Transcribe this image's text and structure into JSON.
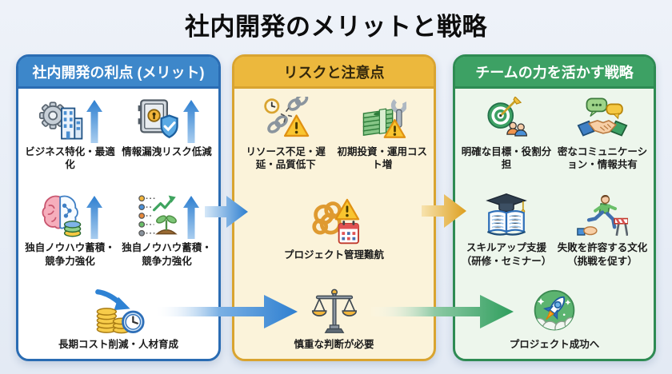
{
  "title": "社内開発のメリットと戦略",
  "colors": {
    "blue_accent": "#2a6cb3",
    "gold_accent": "#d9a430",
    "green_accent": "#2e8b53"
  },
  "panels": {
    "benefits": {
      "header": "社内開発の利点 (メリット)",
      "items": [
        {
          "label": "ビジネス特化・最適化",
          "icon": "gear-building-icon"
        },
        {
          "label": "情報漏洩リスク低減",
          "icon": "safe-shield-icon"
        },
        {
          "label": "独自ノウハウ蓄積・競争力強化",
          "icon": "brain-knowledge-icon"
        },
        {
          "label": "独自ノウハウ蓄積・競争力強化",
          "icon": "growth-checklist-icon"
        },
        {
          "label": "長期コスト削減・人材育成",
          "icon": "coins-clock-icon"
        }
      ]
    },
    "risks": {
      "header": "リスクと注意点",
      "items": [
        {
          "label": "リソース不足・遅延・品質低下",
          "icon": "broken-chain-warning-icon"
        },
        {
          "label": "初期投資・運用コスト増",
          "icon": "money-wrench-warning-icon"
        },
        {
          "label": "プロジェクト管理難航",
          "icon": "tangled-knot-calendar-icon"
        },
        {
          "label": "慎重な判断が必要",
          "icon": "balance-scale-icon"
        }
      ]
    },
    "strategy": {
      "header": "チームの力を活かす戦略",
      "items": [
        {
          "label": "明確な目標・役割分担",
          "icon": "target-team-icon"
        },
        {
          "label": "密なコミュニケーション・情報共有",
          "icon": "handshake-chat-icon"
        },
        {
          "label": "スキルアップ支援（研修・セミナー）",
          "icon": "book-gradcap-icon"
        },
        {
          "label": "失敗を許容する文化（挑戦を促す）",
          "icon": "hurdle-runner-icon"
        },
        {
          "label": "プロジェクト成功へ",
          "icon": "rocket-icon"
        }
      ]
    }
  },
  "arrows": {
    "benefits_to_risks": "blue-right-arrow",
    "risks_to_strategy": "gold-right-arrow",
    "benefits_to_risks_bottom": "blue-long-arrow",
    "risks_to_strategy_bottom": "green-long-arrow"
  }
}
